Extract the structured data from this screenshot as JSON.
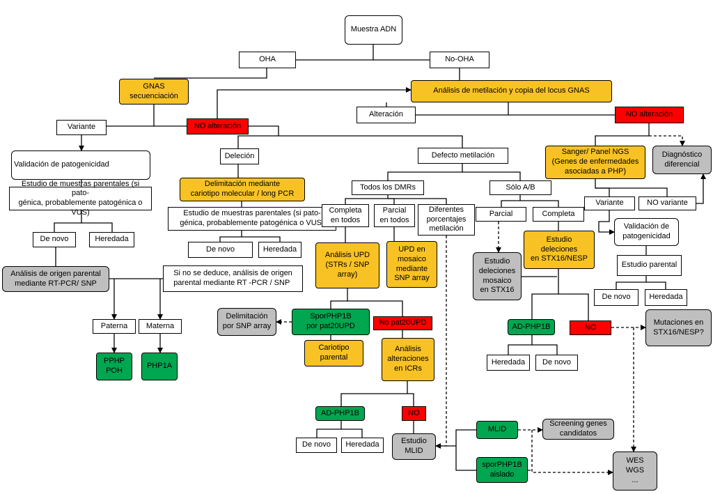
{
  "diagram": {
    "nodes": [
      {
        "id": "muestra",
        "text": "Muestra ADN",
        "cls": "w"
      },
      {
        "id": "oha",
        "text": "OHA",
        "cls": "w"
      },
      {
        "id": "nooha",
        "text": "No-OHA",
        "cls": "w"
      },
      {
        "id": "gnas",
        "text": "GNAS\nsecuenciación",
        "cls": "o"
      },
      {
        "id": "metil",
        "text": "Análisis de metilación y copia del locus GNAS",
        "cls": "o"
      },
      {
        "id": "alteracion",
        "text": "Alteración",
        "cls": "w"
      },
      {
        "id": "noalt2",
        "text": "NO alteración",
        "cls": "r"
      },
      {
        "id": "variante1",
        "text": "Variante",
        "cls": "w"
      },
      {
        "id": "noalt1",
        "text": "NO alteración",
        "cls": "r"
      },
      {
        "id": "validacion1",
        "text": "Validación de patogenicidad",
        "cls": "w"
      },
      {
        "id": "delecion",
        "text": "Deleción",
        "cls": "w"
      },
      {
        "id": "defmetil",
        "text": "Defecto metilación",
        "cls": "w"
      },
      {
        "id": "sanger",
        "text": "Sanger/ Panel NGS\n(Genes de enfermedades\nasociadas a PHP)",
        "cls": "o"
      },
      {
        "id": "diagdif",
        "text": "Diagnóstico\ndiferencial",
        "cls": "gr"
      },
      {
        "id": "estudio1",
        "text": "Estudio de muestras parentales (si pato-\ngénica, probablemente patogénica o VUS)",
        "cls": "w"
      },
      {
        "id": "delim",
        "text": "Delimitación mediante\ncariotipo molecular / long PCR",
        "cls": "o"
      },
      {
        "id": "todos",
        "text": "Todos los DMRs",
        "cls": "w"
      },
      {
        "id": "soloab",
        "text": "Sólo A/B",
        "cls": "w"
      },
      {
        "id": "estudio2",
        "text": "Estudio de muestras parentales  (si pato-\ngénica, probablemente patogénica o VUS)",
        "cls": "w"
      },
      {
        "id": "completa1",
        "text": "Completa\nen todos",
        "cls": "w"
      },
      {
        "id": "parcial1",
        "text": "Parcial\nen todos",
        "cls": "w"
      },
      {
        "id": "diferentes",
        "text": "Diferentes\nporcentajes\nmetilación",
        "cls": "w"
      },
      {
        "id": "parcial2",
        "text": "Parcial",
        "cls": "w"
      },
      {
        "id": "completa2",
        "text": "Completa",
        "cls": "w"
      },
      {
        "id": "variante2",
        "text": "Variante",
        "cls": "w"
      },
      {
        "id": "novariante",
        "text": "NO variante",
        "cls": "w"
      },
      {
        "id": "denovo1",
        "text": "De novo",
        "cls": "w"
      },
      {
        "id": "heredada1",
        "text": "Heredada",
        "cls": "w"
      },
      {
        "id": "validacion2",
        "text": "Validación de\npatogenicidad",
        "cls": "w"
      },
      {
        "id": "denovo2",
        "text": "De novo",
        "cls": "w"
      },
      {
        "id": "heredada2",
        "text": "Heredada",
        "cls": "w"
      },
      {
        "id": "upd",
        "text": "Análisis UPD\n(STRs / SNP\narray)",
        "cls": "o"
      },
      {
        "id": "updmos",
        "text": "UPD en\nmosaico\nmediante\nSNP array",
        "cls": "o"
      },
      {
        "id": "estdel",
        "text": "Estudio\ndeleciones\nen STX16/NESP",
        "cls": "o"
      },
      {
        "id": "estdelmos",
        "text": "Estudio\ndeleciones\nmosaico\nen STX16",
        "cls": "gr"
      },
      {
        "id": "origen",
        "text": "Análisis de origen parental\nmediante RT-PCR/ SNP",
        "cls": "gr"
      },
      {
        "id": "nodeduce",
        "text": "Si no se deduce,        análisis  de  origen\nparental    mediante    RT -PCR  /  SNP",
        "cls": "w"
      },
      {
        "id": "estparental",
        "text": "Estudio parental",
        "cls": "w"
      },
      {
        "id": "denovo3",
        "text": "De novo",
        "cls": "w"
      },
      {
        "id": "heredada3",
        "text": "Heredada",
        "cls": "w"
      },
      {
        "id": "delimsnp",
        "text": "Delimitación\npor SNP array",
        "cls": "gr"
      },
      {
        "id": "sporphp",
        "text": "SporPHP1B\npor pat20UPD",
        "cls": "g"
      },
      {
        "id": "nopat",
        "text": "No pat20UPD",
        "cls": "r"
      },
      {
        "id": "paterna",
        "text": "Paterna",
        "cls": "w"
      },
      {
        "id": "materna",
        "text": "Materna",
        "cls": "w"
      },
      {
        "id": "adphp1",
        "text": "AD-PHP1B",
        "cls": "g"
      },
      {
        "id": "no1",
        "text": "NO",
        "cls": "r"
      },
      {
        "id": "mutaciones",
        "text": "Mutaciones en\nSTX16/NESP?",
        "cls": "gr"
      },
      {
        "id": "cariotipo",
        "text": "Cariotipo\nparental",
        "cls": "o"
      },
      {
        "id": "analisisicr",
        "text": "Análisis\nalteraciones\nen  ICRs",
        "cls": "o"
      },
      {
        "id": "pphp",
        "text": "PPHP\nPOH",
        "cls": "g"
      },
      {
        "id": "php1a",
        "text": "PHP1A",
        "cls": "g"
      },
      {
        "id": "heredada4",
        "text": "Heredada",
        "cls": "w"
      },
      {
        "id": "denovo4",
        "text": "De novo",
        "cls": "w"
      },
      {
        "id": "adphp2",
        "text": "AD-PHP1B",
        "cls": "g"
      },
      {
        "id": "no2",
        "text": "NO",
        "cls": "r"
      },
      {
        "id": "mlid",
        "text": "MLID",
        "cls": "g"
      },
      {
        "id": "screening",
        "text": "Screening genes\ncandidatos",
        "cls": "gr"
      },
      {
        "id": "denovo5",
        "text": "De novo",
        "cls": "w"
      },
      {
        "id": "heredada5",
        "text": "Heredada",
        "cls": "w"
      },
      {
        "id": "estmlid",
        "text": "Estudio\nMLID",
        "cls": "gr"
      },
      {
        "id": "sporaislado",
        "text": "sporPHP1B\naislado",
        "cls": "g"
      },
      {
        "id": "wes",
        "text": "WES\nWGS\n...",
        "cls": "gr"
      }
    ]
  }
}
